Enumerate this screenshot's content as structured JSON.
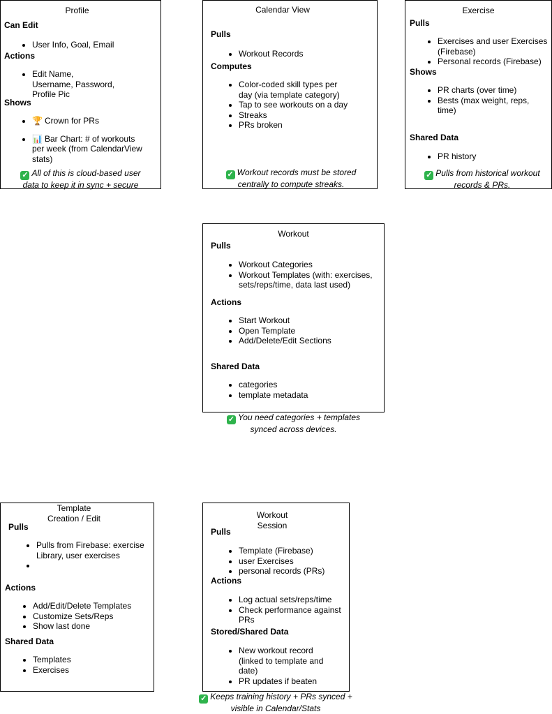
{
  "check_icon": "check-mark-button-icon",
  "profile": {
    "title": "Profile",
    "can_edit_heading": "Can Edit",
    "can_edit_items": [
      "User Info, Goal, Email"
    ],
    "actions_heading": "Actions",
    "actions_items": [
      "Edit Name, Username, Password, Profile Pic"
    ],
    "shows_heading": "Shows",
    "shows_items": [
      "Crown for PRs",
      "Bar Chart: # of workouts per week (from CalendarView stats)"
    ],
    "crown_emoji": "🏆",
    "chart_emoji": "📊",
    "note": "All of this is cloud-based user data to keep it in sync + secure"
  },
  "calendar": {
    "title": "Calendar View",
    "pulls_heading": "Pulls",
    "pulls_items": [
      "Workout Records"
    ],
    "computes_heading": "Computes",
    "computes_items": [
      "Color-coded skill types per day (via template category)",
      "Tap to see workouts on a day",
      "Streaks",
      "PRs broken"
    ],
    "note": "Workout records must be stored centrally to compute streaks."
  },
  "exercise": {
    "title": "Exercise",
    "pulls_heading": "Pulls",
    "pulls_items": [
      "Exercises and user Exercises (Firebase)",
      "Personal records (Firebase)"
    ],
    "shows_heading": "Shows",
    "shows_items": [
      "PR charts (over time)",
      "Bests (max weight, reps, time)"
    ],
    "shared_heading": "Shared Data",
    "shared_items": [
      "PR history"
    ],
    "note": "Pulls from historical workout records & PRs."
  },
  "workout": {
    "title": "Workout",
    "pulls_heading": "Pulls",
    "pulls_items": [
      "Workout Categories",
      "Workout Templates (with: exercises, sets/reps/time, data last used)"
    ],
    "actions_heading": "Actions",
    "actions_items": [
      "Start Workout",
      "Open Template",
      "Add/Delete/Edit Sections"
    ],
    "shared_heading": "Shared Data",
    "shared_items": [
      "categories",
      "template metadata"
    ],
    "note": "You need categories + templates synced across devices."
  },
  "template": {
    "title_line1": "Template",
    "title_line2": "Creation / Edit",
    "pulls_heading": "Pulls",
    "pulls_items": [
      "Pulls from Firebase: exercise Library, user exercises",
      ""
    ],
    "actions_heading": "Actions",
    "actions_items": [
      "Add/Edit/Delete Templates",
      "Customize Sets/Reps",
      "Show last done"
    ],
    "shared_heading": "Shared Data",
    "shared_items": [
      "Templates",
      "Exercises"
    ]
  },
  "session": {
    "title_line1": "Workout",
    "title_line2": "Session",
    "pulls_heading": "Pulls",
    "pulls_items": [
      "Template (Firebase)",
      "user Exercises",
      "personal records (PRs)"
    ],
    "actions_heading": "Actions",
    "actions_items": [
      "Log actual sets/reps/time",
      "Check performance against PRs"
    ],
    "stored_heading": "Stored/Shared Data",
    "stored_items": [
      "New workout record (linked to template and date)",
      "PR updates if beaten"
    ],
    "note": "Keeps training history + PRs synced + visible in Calendar/Stats"
  }
}
